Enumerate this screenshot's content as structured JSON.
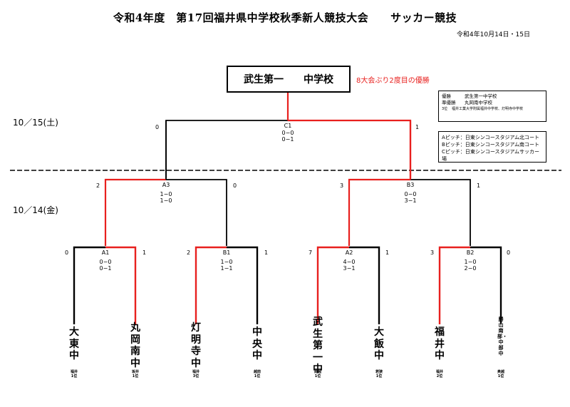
{
  "header": {
    "title": "令和4年度　第17回福井県中学校秋季新人競技大会　　サッカー競技",
    "date": "令和4年10月14日・15日"
  },
  "champion": {
    "name": "武生第一　　中学校",
    "note": "8大会ぶり2度目の優勝"
  },
  "results": {
    "winner_label": "優勝",
    "winner": "武生第一中学校",
    "runner_label": "準優勝",
    "runner": "丸岡南中学校",
    "third_label": "3位",
    "third": "福井工業大学附属福井中学校、灯明寺中学校"
  },
  "pitches": [
    "Aピッチ：日東シンコースタジアム北コート",
    "Bピッチ：日東シンコースタジアム南コート",
    "Cピッチ：日東シンコースタジアムサッカー場"
  ],
  "days": {
    "day2": "10／15(土)",
    "day1": "10／14(金)"
  },
  "matches": {
    "C1": {
      "label": "C1",
      "score_a": "0−0",
      "score_b": "0−1",
      "left": "0",
      "right": "1"
    },
    "A3": {
      "label": "A3",
      "score_a": "1−0",
      "score_b": "1−0",
      "left": "2",
      "right": "0"
    },
    "B3": {
      "label": "B3",
      "score_a": "0−0",
      "score_b": "3−1",
      "left": "3",
      "right": "1"
    },
    "A1": {
      "label": "A1",
      "score_a": "0−0",
      "score_b": "0−1",
      "left": "0",
      "right": "1"
    },
    "B1": {
      "label": "B1",
      "score_a": "1−0",
      "score_b": "1−1",
      "left": "2",
      "right": "1"
    },
    "A2": {
      "label": "A2",
      "score_a": "4−0",
      "score_b": "3−1",
      "left": "7",
      "right": "1"
    },
    "B2": {
      "label": "B2",
      "score_a": "1−0",
      "score_b": "2−0",
      "left": "3",
      "right": "0"
    }
  },
  "teams": [
    {
      "name": "大東中",
      "pref": "福井1位"
    },
    {
      "name": "丸岡南中",
      "pref": "坂井1位"
    },
    {
      "name": "灯明寺中",
      "pref": "福井3位"
    },
    {
      "name": "中央中",
      "pref": "越前1位"
    },
    {
      "name": "武生第一中",
      "pref": "南越1位"
    },
    {
      "name": "大飯中",
      "pref": "若狭1位"
    },
    {
      "name": "福井中",
      "pref": "福井2位"
    },
    {
      "name": "勝山南部・中部中",
      "pref": "奥越1位"
    }
  ],
  "colors": {
    "win": "#e8201e",
    "line": "#000000"
  }
}
